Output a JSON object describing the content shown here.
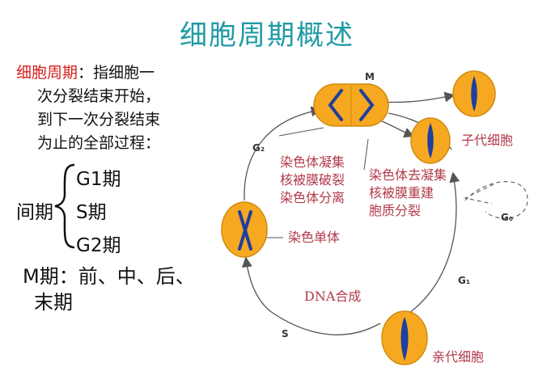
{
  "title": "细胞周期概述",
  "definition": {
    "term": "细胞周期",
    "separator": "：",
    "line1_rest": "指细胞一",
    "line2": "次分裂结束开始，",
    "line3": "到下一次分裂结束",
    "line4": "为止的全部过程："
  },
  "interphase": {
    "label": "间期",
    "g1": "G1期",
    "s": "S期",
    "g2": "G2期"
  },
  "mphase": {
    "line1": "M期：前、中、后、",
    "line2": "末期"
  },
  "diagram": {
    "phase_m": "M",
    "phase_g2": "G₂",
    "phase_g1": "G₁",
    "phase_s": "S",
    "phase_g0": "G₀",
    "m_entry_events": [
      "染色体凝集",
      "核被膜破裂",
      "染色体分离"
    ],
    "m_exit_events": [
      "染色体去凝集",
      "核被膜重建",
      "胞质分裂"
    ],
    "chromatid_label": "染色单体",
    "dna_label": "DNA合成",
    "daughter_label": "子代细胞",
    "parent_label": "亲代细胞",
    "colors": {
      "cell_fill": "#f6a821",
      "chromosome": "#1e3f9e",
      "arrow": "#555555"
    }
  }
}
